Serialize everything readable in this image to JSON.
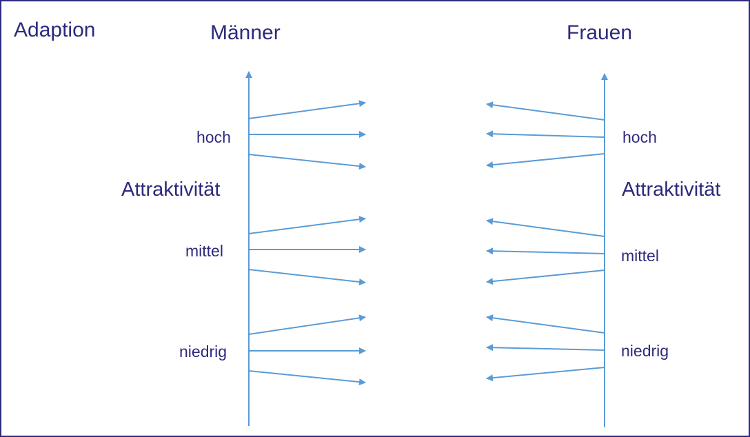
{
  "title": "Adaption",
  "men": {
    "heading": "Männer",
    "axis_label": "Attraktivität",
    "levels": [
      "hoch",
      "mittel",
      "niedrig"
    ]
  },
  "women": {
    "heading": "Frauen",
    "axis_label": "Attraktivität",
    "levels": [
      "hoch",
      "mittel",
      "niedrig"
    ]
  },
  "colors": {
    "text": "#2e2a7c",
    "lines": "#5b9bd5",
    "border": "#2e2a7c"
  }
}
